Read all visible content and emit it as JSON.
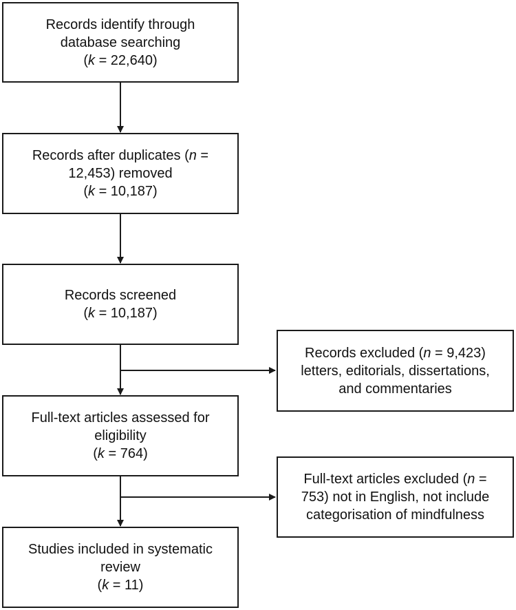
{
  "boxes": {
    "identified": {
      "line1": "Records identify through",
      "line2": "database searching",
      "count_prefix": "(",
      "count_var": "k",
      "count_value": " = 22,640)"
    },
    "after_duplicates": {
      "line1_a": "Records after duplicates (",
      "line1_var": "n",
      "line1_b": " =",
      "line2": "12,453) removed",
      "count_prefix": "(",
      "count_var": "k",
      "count_value": " = 10,187)"
    },
    "screened": {
      "line1": "Records screened",
      "count_prefix": "(",
      "count_var": "k",
      "count_value": " = 10,187)"
    },
    "excluded_records": {
      "line1_a": "Records excluded (",
      "line1_var": "n",
      "line1_b": " = 9,423)",
      "line2": "letters, editorials, dissertations,",
      "line3": "and commentaries"
    },
    "full_text_assessed": {
      "line1": "Full-text articles assessed for",
      "line2": "eligibility",
      "count_prefix": "(",
      "count_var": "k",
      "count_value": " = 764)"
    },
    "full_text_excluded": {
      "line1_a": "Full-text articles excluded (",
      "line1_var": "n",
      "line1_b": " =",
      "line2": "753) not in English, not include",
      "line3": "categorisation of mindfulness"
    },
    "included": {
      "line1": "Studies included in systematic",
      "line2": "review",
      "count_prefix": "(",
      "count_var": "k",
      "count_value": " = 11)"
    }
  }
}
